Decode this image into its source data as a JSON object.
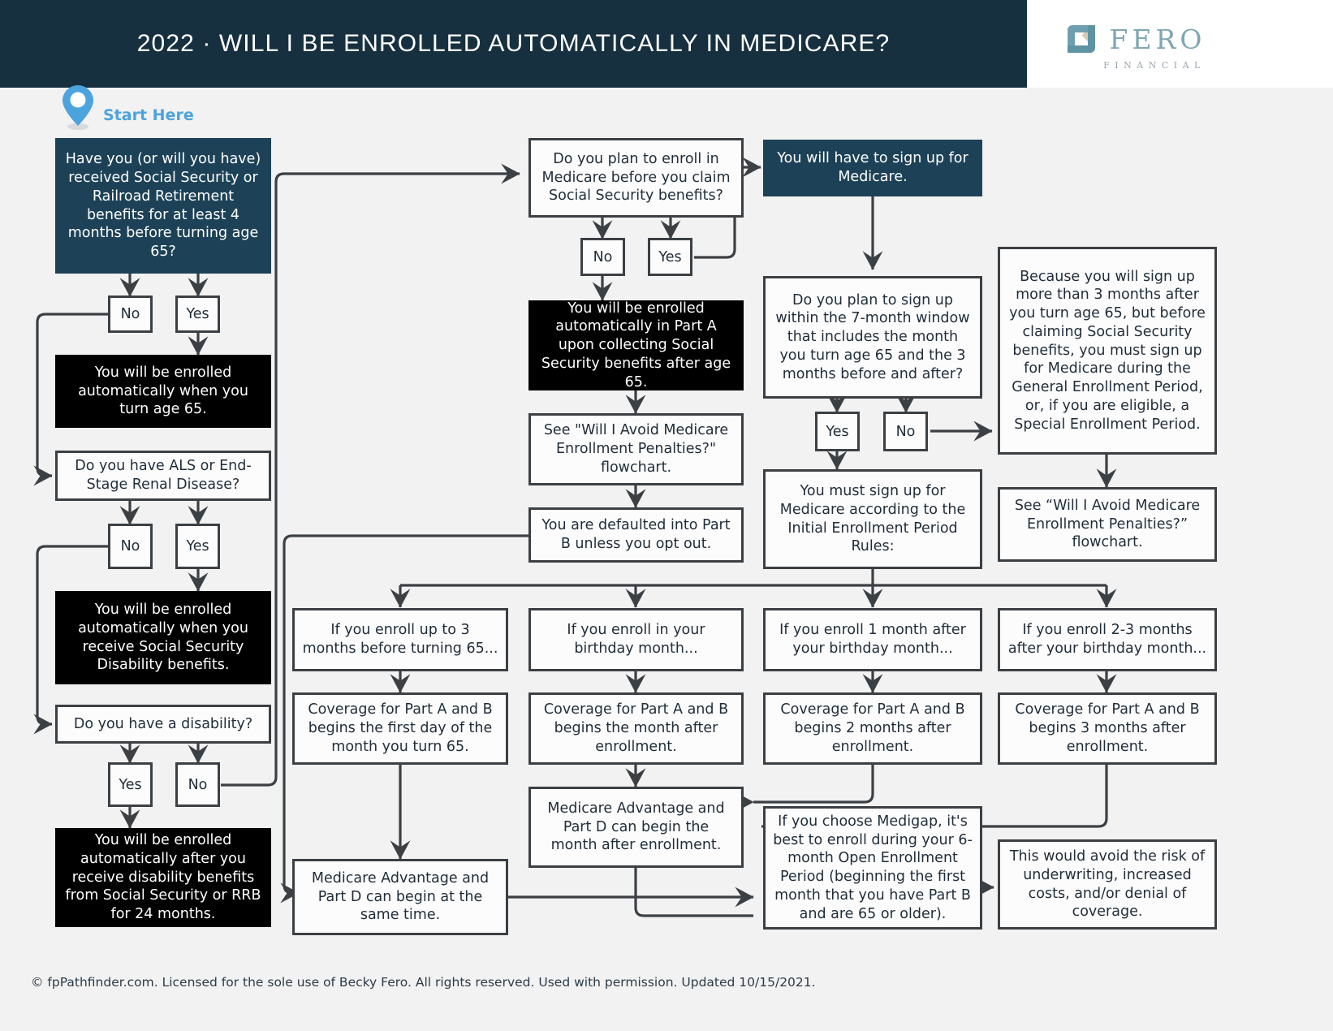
{
  "header": {
    "title": "2022 · WILL I BE ENROLLED AUTOMATICALLY IN MEDICARE?",
    "logo_name": "FERO",
    "logo_tagline": "FINANCIAL",
    "navy": "#17303f",
    "accent_blue": "#4da3dd",
    "box_navy": "#1d4257"
  },
  "start": {
    "label": "Start Here"
  },
  "nodes": {
    "q_ss_railroad": "Have you (or will you have) received Social Security or Railroad Retirement benefits for at least 4 months before turning age 65?",
    "yn_1_no": "No",
    "yn_1_yes": "Yes",
    "r_auto_65": "You will be enrolled automatically when you turn age 65.",
    "q_als": "Do you have ALS or End-Stage Renal Disease?",
    "yn_2_no": "No",
    "yn_2_yes": "Yes",
    "r_auto_ssdi": "You will be enrolled automatically when you receive Social Security Disability benefits.",
    "q_disability": "Do you have a disability?",
    "yn_3_yes": "Yes",
    "yn_3_no": "No",
    "r_auto_24mo": "You will be enrolled automatically after you receive disability benefits from Social Security or RRB for 24 months.",
    "q_enroll_before_claim": "Do you plan to enroll in Medicare before you claim Social Security benefits?",
    "yn_4_no": "No",
    "yn_4_yes": "Yes",
    "r_auto_parta": "You will be enrolled automatically in Part A upon collecting Social Security benefits after age 65.",
    "r_see_penalties_mid": "See \"Will I Avoid Medicare Enrollment Penalties?\" flowchart.",
    "r_default_partb": "You are defaulted into Part B unless you opt out.",
    "r_must_sign_up": "You will have to sign up for Medicare.",
    "q_7month": "Do you plan to sign up within the 7-month window that includes the month you turn age 65 and the 3 months before and after?",
    "yn_5_yes": "Yes",
    "yn_5_no": "No",
    "r_iep_rules": "You must sign up for Medicare according to the Initial Enrollment Period Rules:",
    "r_because_gep": "Because you will sign up more than 3 months after you turn age 65, but before claiming Social Security benefits, you must sign up for Medicare during the General Enrollment Period, or, if you are eligible, a Special Enrollment Period.",
    "r_see_penalties_right": "See “Will I Avoid Medicare Enrollment Penalties?” flowchart.",
    "t_enroll_3mo_before": "If you enroll up to 3 months before turning 65...",
    "t_enroll_birthday": "If you enroll in your birthday month...",
    "t_enroll_1mo_after": "If you enroll 1 month after your birthday month...",
    "t_enroll_23mo_after": "If you enroll 2-3 months after your birthday month...",
    "c_first_day": "Coverage for Part A and B begins the first day of the month you turn 65.",
    "c_month_after": "Coverage for Part A and B begins the month after enrollment.",
    "c_2_months": "Coverage for Part A and B begins 2 months after enrollment.",
    "c_3_months": "Coverage for Part A and B begins 3 months after enrollment.",
    "ma_same_time": "Medicare Advantage and Part D can begin at the same time.",
    "ma_month_after": "Medicare Advantage and Part D can begin the month after enrollment.",
    "medigap": "If you choose Medigap, it's best to enroll during your 6-month Open Enrollment Period (beginning the first month that you have Part B and are 65 or older).",
    "avoid_underwriting": "This would avoid the risk of underwriting, increased costs, and/or denial of coverage."
  },
  "footer": {
    "text": "© fpPathfinder.com. Licensed for the sole use of Becky Fero. All rights reserved. Used with permission. Updated 10/15/2021."
  }
}
